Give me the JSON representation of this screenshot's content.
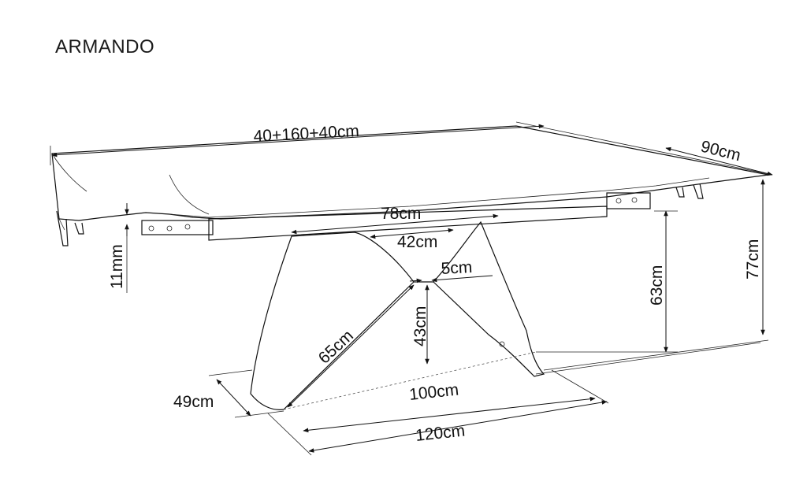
{
  "title": "ARMANDO",
  "dimensions": {
    "length": "40+160+40cm",
    "depth": "90cm",
    "height": "77cm",
    "top_thickness": "11mm",
    "top_span": "78cm",
    "inner_span": "42cm",
    "joint": "5cm",
    "leg_side": "65cm",
    "leg_inner": "43cm",
    "leg_height": "63cm",
    "base_depth": "49cm",
    "base_inner": "100cm",
    "base_length": "120cm"
  }
}
